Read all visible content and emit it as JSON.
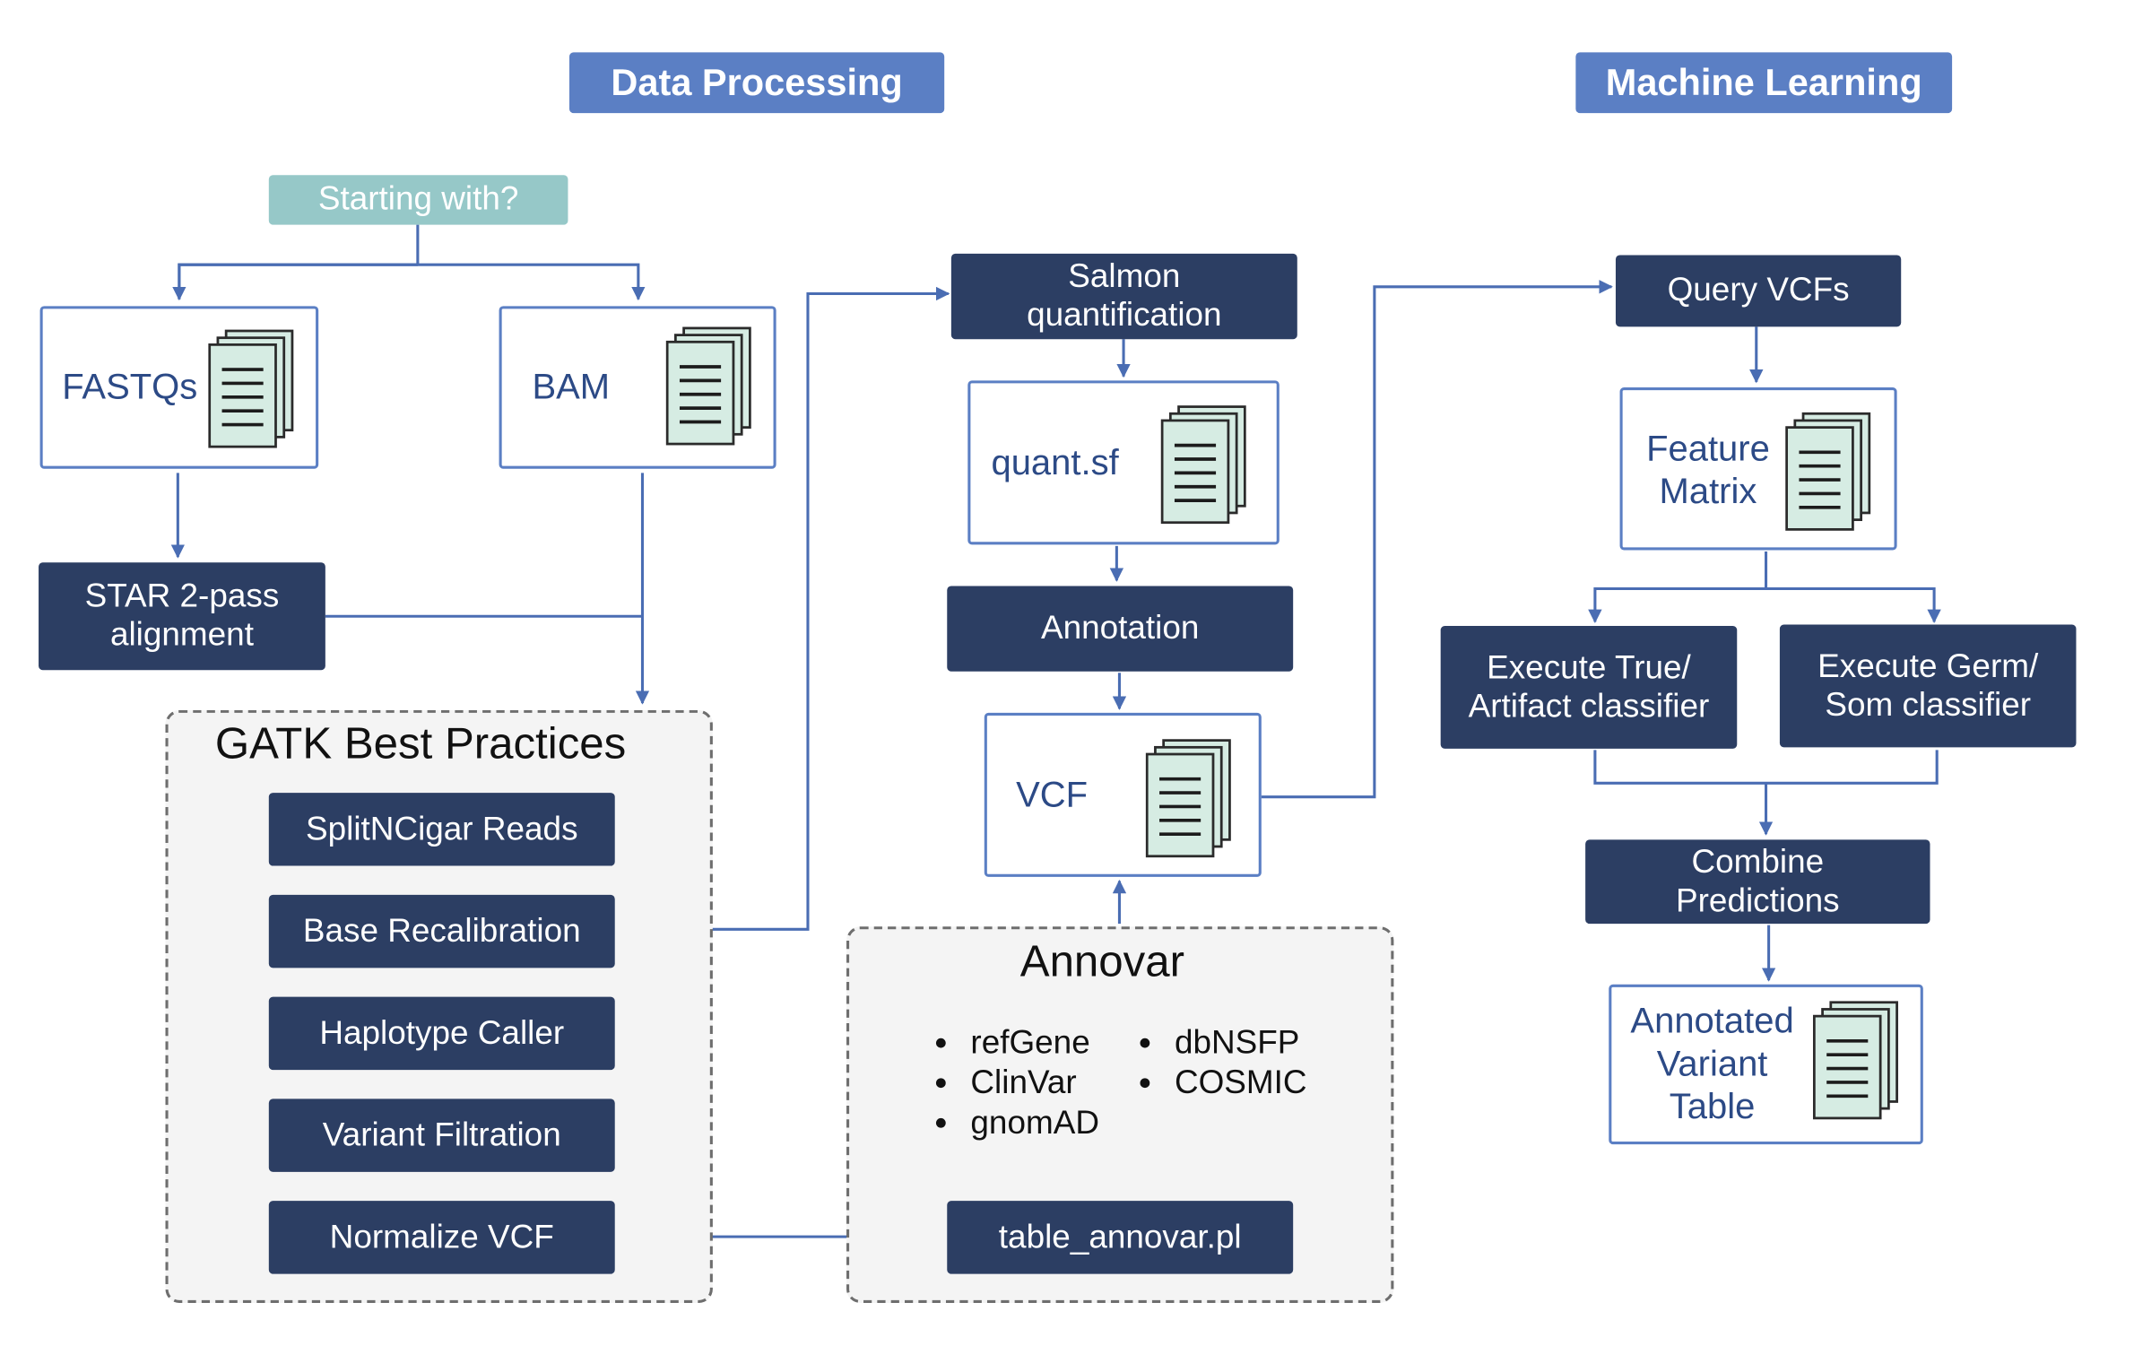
{
  "headers": {
    "data_processing": "Data Processing",
    "machine_learning": "Machine Learning"
  },
  "start": "Starting with?",
  "inputs": {
    "fastqs": "FASTQs",
    "bam": "BAM"
  },
  "star_alignment": "STAR 2-pass alignment",
  "gatk": {
    "title": "GATK Best Practices",
    "steps": [
      "SplitNCigar Reads",
      "Base Recalibration",
      "Haplotype Caller",
      "Variant Filtration",
      "Normalize VCF"
    ]
  },
  "middle": {
    "salmon": "Salmon quantification",
    "quant_file": "quant.sf",
    "annotation": "Annotation",
    "vcf_file": "VCF"
  },
  "annovar": {
    "title": "Annovar",
    "databases_left": [
      "refGene",
      "ClinVar",
      "gnomAD"
    ],
    "databases_right": [
      "dbNSFP",
      "COSMIC"
    ],
    "script": "table_annovar.pl"
  },
  "ml": {
    "query": "Query VCFs",
    "feature_matrix": "Feature Matrix",
    "classifier_true_artifact": "Execute True/ Artifact classifier",
    "classifier_germ_som": "Execute Germ/ Som classifier",
    "combine": "Combine Predictions",
    "output_table": "Annotated Variant Table"
  },
  "colors": {
    "header": "#5b7fc4",
    "start": "#96c8c8",
    "process_box": "#2c3e63",
    "file_border": "#5b7fc4",
    "file_label": "#2c4a86",
    "document_fill": "#d6ece3",
    "arrow": "#4a6db3",
    "group_fill": "#f4f4f4"
  },
  "icons": [
    "document-stack-icon"
  ]
}
